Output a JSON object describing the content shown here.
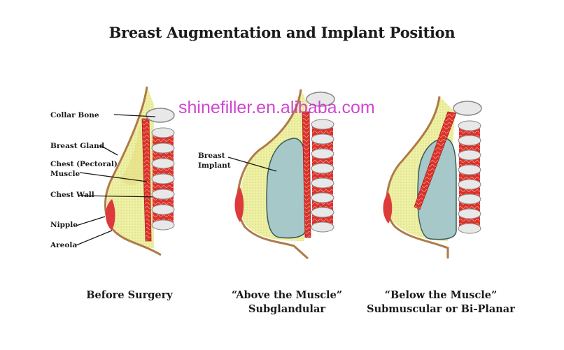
{
  "title": "Breast Augmentation and Implant Position",
  "watermark": "shinefiller.en.alibaba.com",
  "labels": {
    "collar_bone": "Collar Bone",
    "breast_gland": "Breast Gland",
    "chest_muscle_1": "Chest (Pectoral)",
    "chest_muscle_2": "Muscle",
    "chest_wall": "Chest Wall",
    "nipple": "Nipple",
    "areola": "Areola",
    "implant_1": "Breast",
    "implant_2": "Implant"
  },
  "captions": {
    "before": "Before Surgery",
    "above_1": "“Above the Muscle”",
    "above_2": "Subglandular",
    "below_1": "“Below the Muscle”",
    "below_2": "Submuscular or Bi-Planar"
  },
  "colors": {
    "outline": "#b07a48",
    "tissue": "#eef0a4",
    "muscle": "#d9322c",
    "nipple": "#dd3b3b",
    "implant": "#a7c8c8",
    "bone": "#e8e8e8"
  }
}
